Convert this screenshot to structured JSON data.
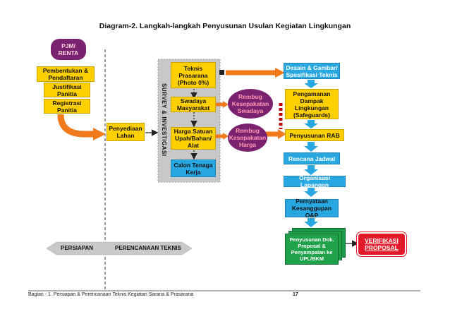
{
  "title": "Diagram-2. Langkah-langkah Penyusunan Usulan Kegiatan Lingkungan",
  "pjm": "PJM/\nRENTA",
  "left_boxes": [
    "Pembentukan &\nPendaftaran",
    "Justifikasi\nPanitia",
    "Registrasi\nPanitia"
  ],
  "penyediaan": "Penyediaan\nLahan",
  "survey_label": "SURVEY & INVESTIGASI",
  "center_boxes": [
    "Teknis\nPrasarana\n(Photo 0%)",
    "Swadaya\nMasyarakat",
    "Harga Satuan\nUpah/Bahan/\nAlat",
    "Calon Tenaga\nKerja"
  ],
  "ovals": [
    "Rembug\nKesepakatan\nSwadaya",
    "Rembug\nKesepakatan\nHarga"
  ],
  "right_boxes": [
    "Desain & Gambar/\nSpesifikasi Teknis",
    "Pengamanan\nDampak\nLingkungan\n(Safeguards)",
    "Penyusunan RAB",
    "Rencana Jadwal",
    "Organisasi Lapangan",
    "Pernyataan\nKesanggupan O&P"
  ],
  "stack_box": "Penyusunan Dok.\nProposal &\nPenyampaian ke\nUPL/BKM",
  "verifikasi": "VERIFIKASI\nPROPOSAL",
  "phase_labels": [
    "PERSIAPAN",
    "PERENCANAAN TEKNIS"
  ],
  "footer_left": "Bagian - 1.  Persiapan & Perencanaan Teknis Kegiatan Sarana & Prasarana",
  "page_number": "17"
}
